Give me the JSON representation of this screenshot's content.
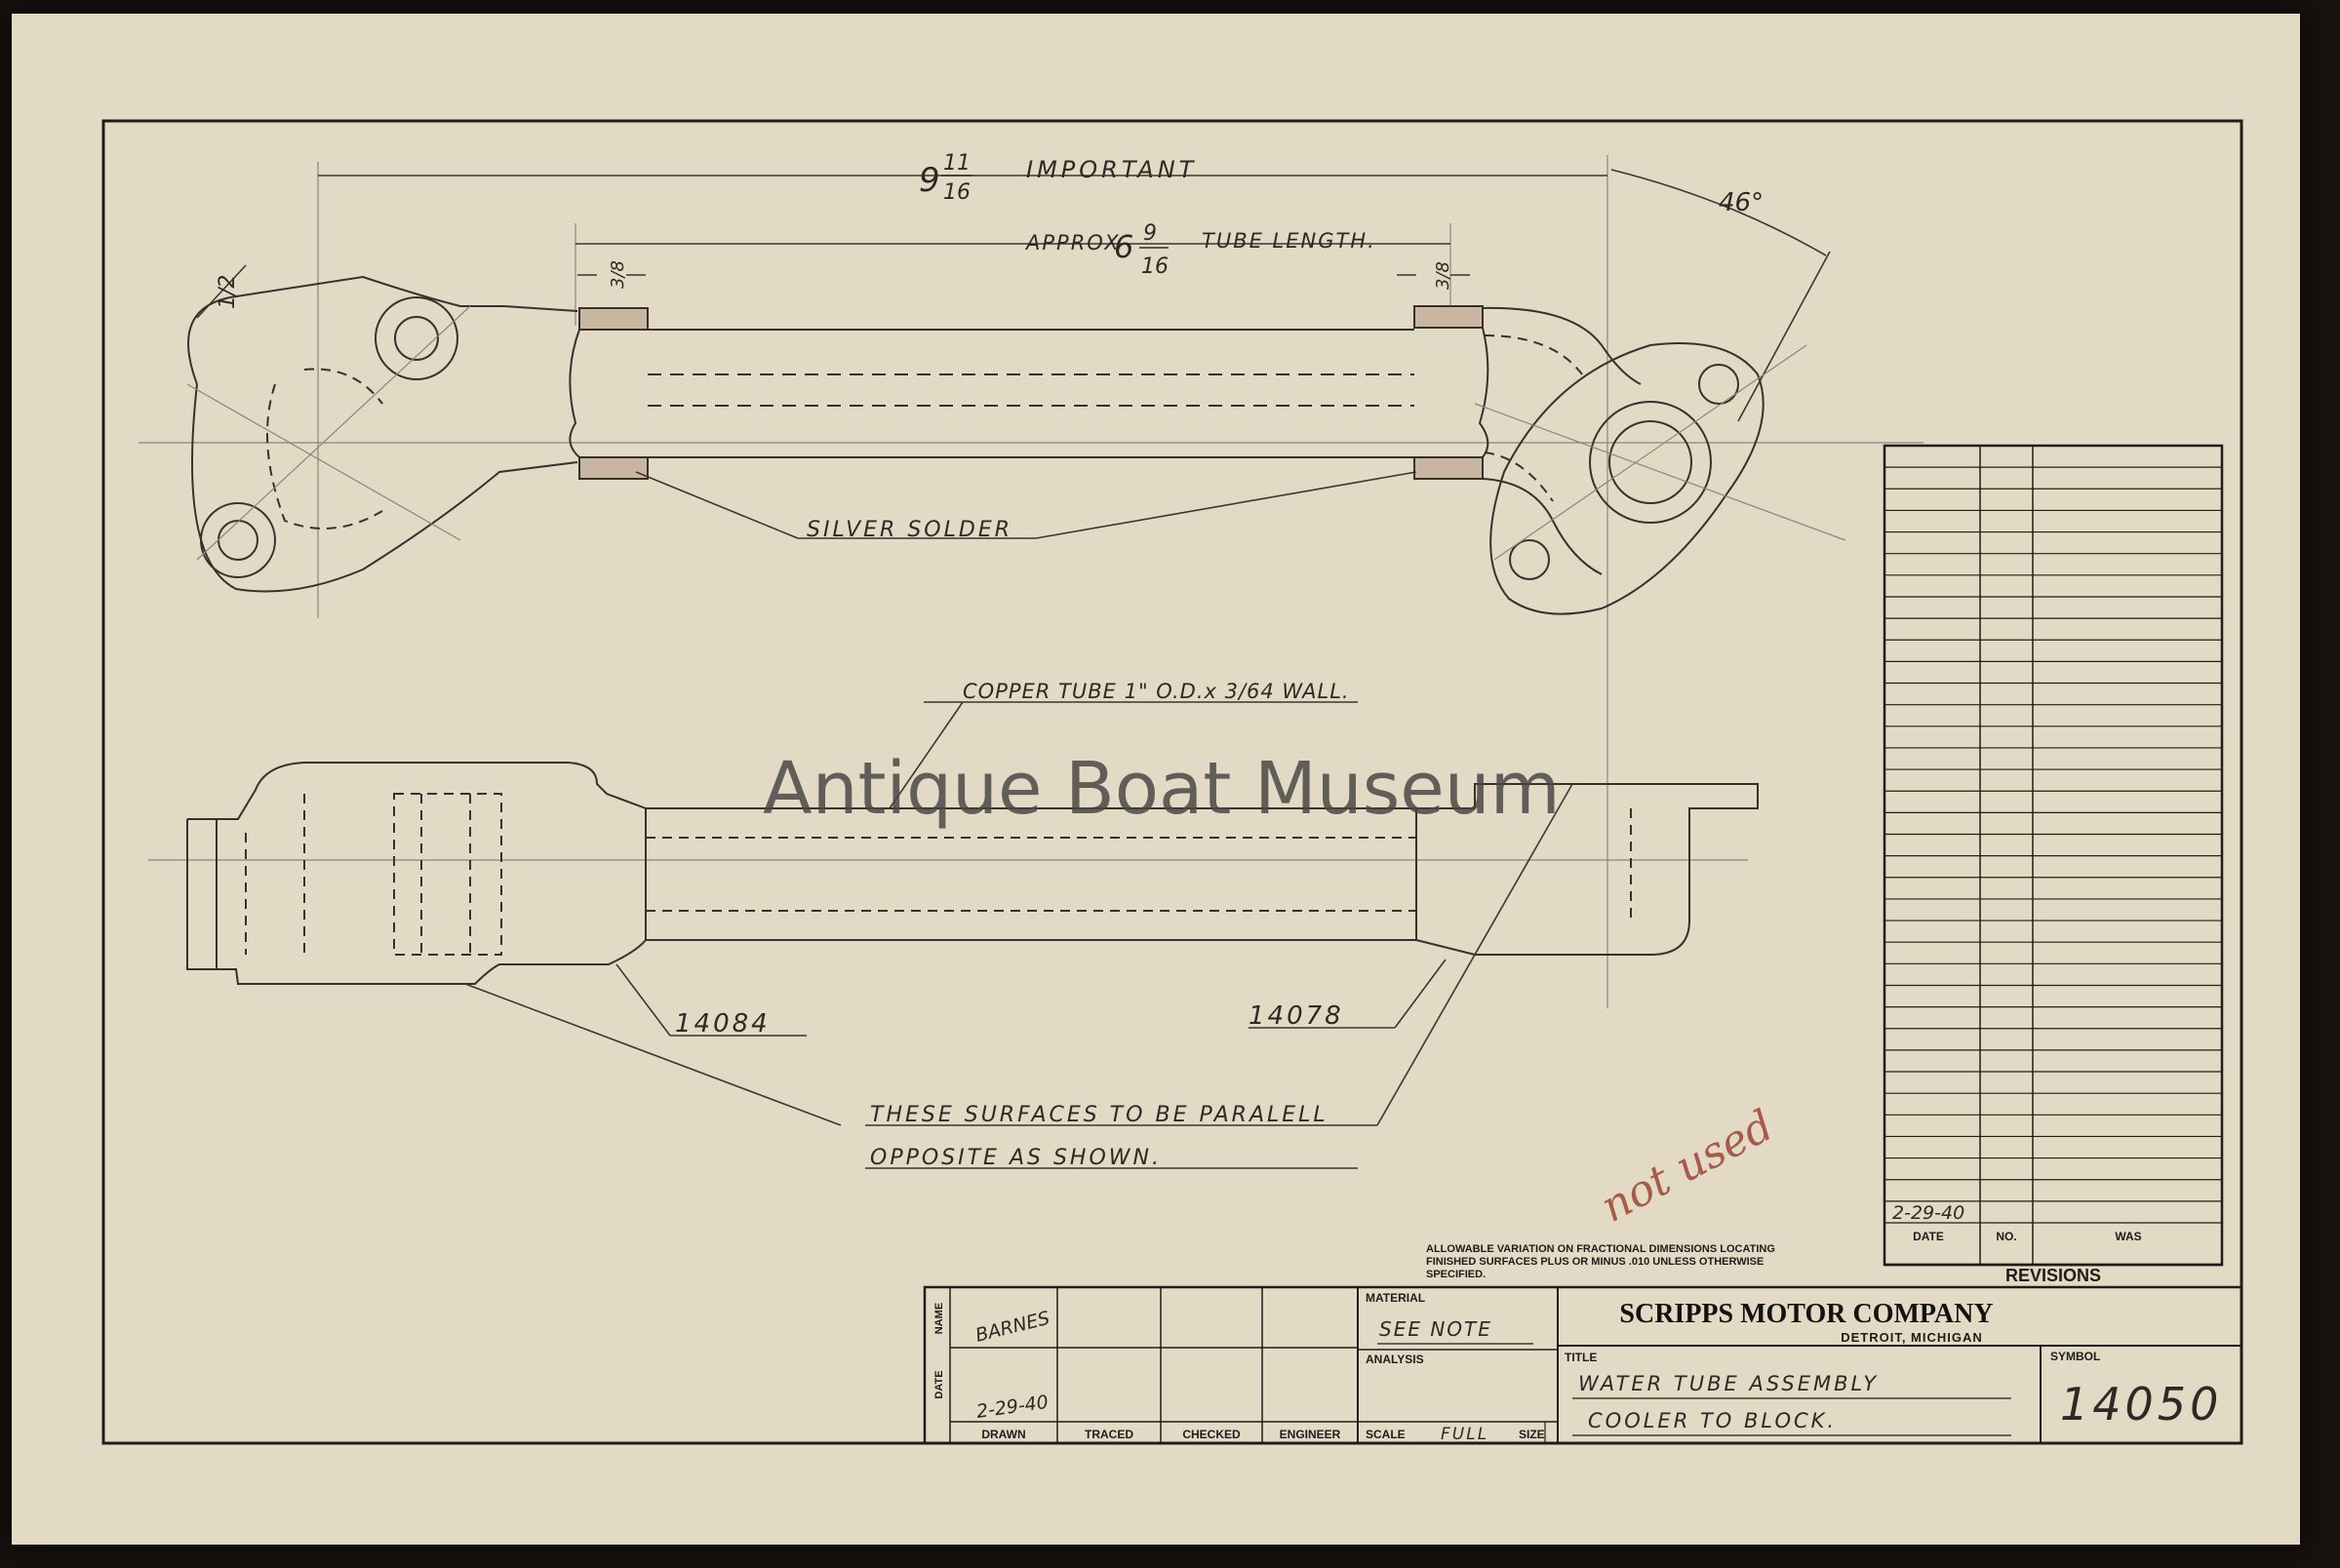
{
  "watermark": "Antique Boat Museum",
  "dimensions": {
    "overall_whole": "9",
    "overall_num": "11",
    "overall_den": "16",
    "overall_note": "IMPORTANT",
    "tube_prefix": "APPROX",
    "tube_whole": "6",
    "tube_num": "9",
    "tube_den": "16",
    "tube_note": "TUBE LENGTH.",
    "angle": "46°",
    "small_fraction": "1/2",
    "socket_left": "3/8",
    "socket_right": "3/8"
  },
  "callouts": {
    "silver_solder": "SILVER SOLDER",
    "copper_tube": "COPPER TUBE 1\" O.D.x 3/64 WALL.",
    "part_left": "14084",
    "part_right": "14078",
    "parallel_line1": "THESE SURFACES TO BE PARALELL",
    "parallel_line2": "OPPOSITE AS SHOWN.",
    "not_used": "not used"
  },
  "revisions": {
    "heading": "REVISIONS",
    "col_date": "DATE",
    "col_no": "NO.",
    "col_was": "WAS",
    "entry_date": "2-29-40"
  },
  "title_block": {
    "tolerance_note_1": "ALLOWABLE VARIATION ON FRACTIONAL DIMENSIONS LOCATING",
    "tolerance_note_2": "FINISHED SURFACES PLUS OR MINUS .010 UNLESS OTHERWISE",
    "tolerance_note_3": "SPECIFIED.",
    "row_name": "NAME",
    "row_date": "DATE",
    "drawn_name": "BARNES",
    "drawn_date": "2-29-40",
    "col_drawn": "DRAWN",
    "col_traced": "TRACED",
    "col_checked": "CHECKED",
    "col_engineer": "ENGINEER",
    "material_label": "MATERIAL",
    "material_value": "SEE NOTE",
    "analysis_label": "ANALYSIS",
    "scale_label": "SCALE",
    "scale_value": "FULL",
    "size_label": "SIZE",
    "company": "SCRIPPS MOTOR COMPANY",
    "location": "DETROIT, MICHIGAN",
    "title_label": "TITLE",
    "title_line1": "WATER TUBE ASSEMBLY",
    "title_line2": "COOLER TO BLOCK.",
    "symbol_label": "SYMBOL",
    "symbol_value": "14050"
  }
}
